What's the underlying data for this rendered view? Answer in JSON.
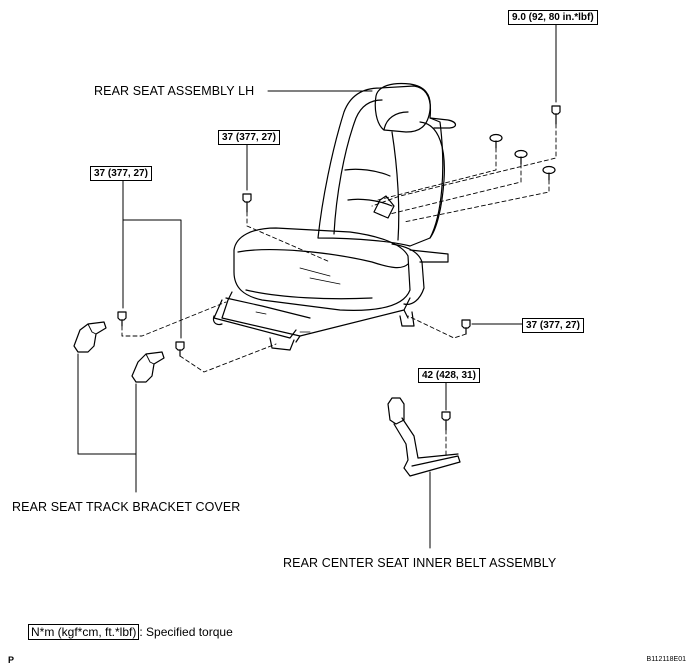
{
  "labels": {
    "seat_assembly": "REAR SEAT ASSEMBLY LH",
    "track_bracket_cover": "REAR SEAT TRACK BRACKET COVER",
    "inner_belt": "REAR CENTER SEAT INNER BELT ASSEMBLY"
  },
  "torque": {
    "top_right": "9.0 (92, 80 in.*lbf)",
    "top_middle": "37 (377, 27)",
    "left": "37 (377, 27)",
    "right_middle": "37 (377, 27)",
    "belt": "42 (428, 31)"
  },
  "legend": {
    "units": "N*m (kgf*cm, ft.*lbf)",
    "meaning": ": Specified torque"
  },
  "codes": {
    "page": "P",
    "figure": "B112118E01"
  },
  "icons": [
    "bolt-icon",
    "clip-icon",
    "seat-icon",
    "bracket-cover-icon",
    "belt-buckle-icon"
  ]
}
